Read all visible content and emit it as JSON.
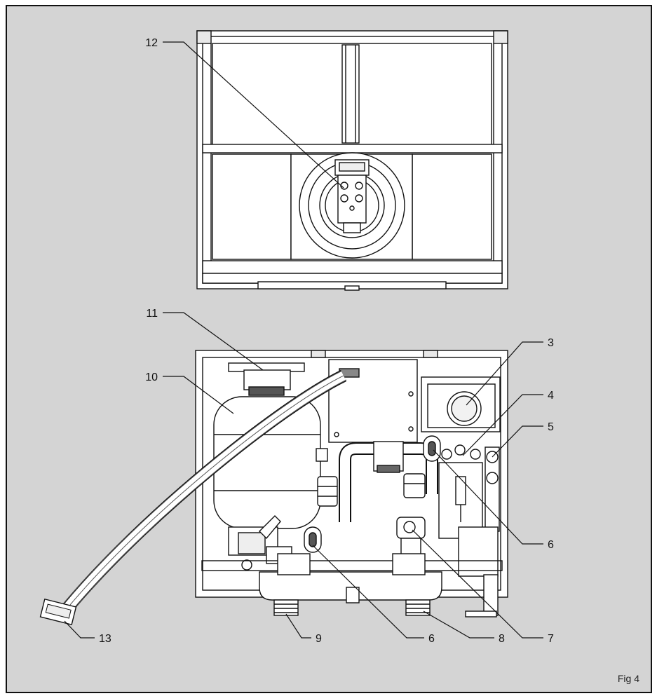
{
  "figure": {
    "caption": "Fig 4",
    "background_color": "#d4d4d4",
    "line_color": "#111111",
    "callouts": [
      {
        "id": "12",
        "text": "12"
      },
      {
        "id": "11",
        "text": "11"
      },
      {
        "id": "10",
        "text": "10"
      },
      {
        "id": "3",
        "text": "3"
      },
      {
        "id": "4",
        "text": "4"
      },
      {
        "id": "5",
        "text": "5"
      },
      {
        "id": "6a",
        "text": "6"
      },
      {
        "id": "6b",
        "text": "6"
      },
      {
        "id": "7",
        "text": "7"
      },
      {
        "id": "8",
        "text": "8"
      },
      {
        "id": "9",
        "text": "9"
      },
      {
        "id": "13",
        "text": "13"
      }
    ]
  }
}
